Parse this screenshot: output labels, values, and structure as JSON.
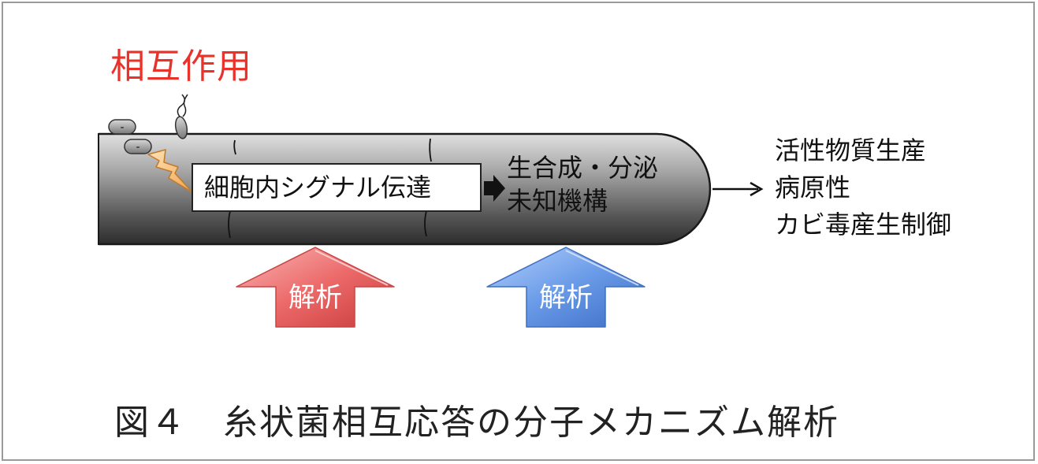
{
  "diagram": {
    "interaction_label": "相互作用",
    "signal_label": "細胞内シグナル伝達",
    "synthesis_lines": [
      "生合成・分泌",
      "未知機構"
    ],
    "outputs": [
      "活性物質生産",
      "病原性",
      "カビ毒産生制御"
    ],
    "left_arrow_label": "解析",
    "right_arrow_label": "解析",
    "bacteria_marks": [
      "-",
      "-"
    ],
    "caption": "図４　糸状菌相互応答の分子メカニズム解析",
    "colors": {
      "interaction": "#e8322a",
      "left_arrow": "#e8595a",
      "right_arrow": "#5b8fe0",
      "hypha": "#6a6a6a",
      "lightning": "#f4b96a"
    },
    "icons": [
      "lightning-icon",
      "bacterium-icon",
      "flagellated-bacterium-icon",
      "hypha-icon",
      "up-arrow-icon"
    ]
  }
}
